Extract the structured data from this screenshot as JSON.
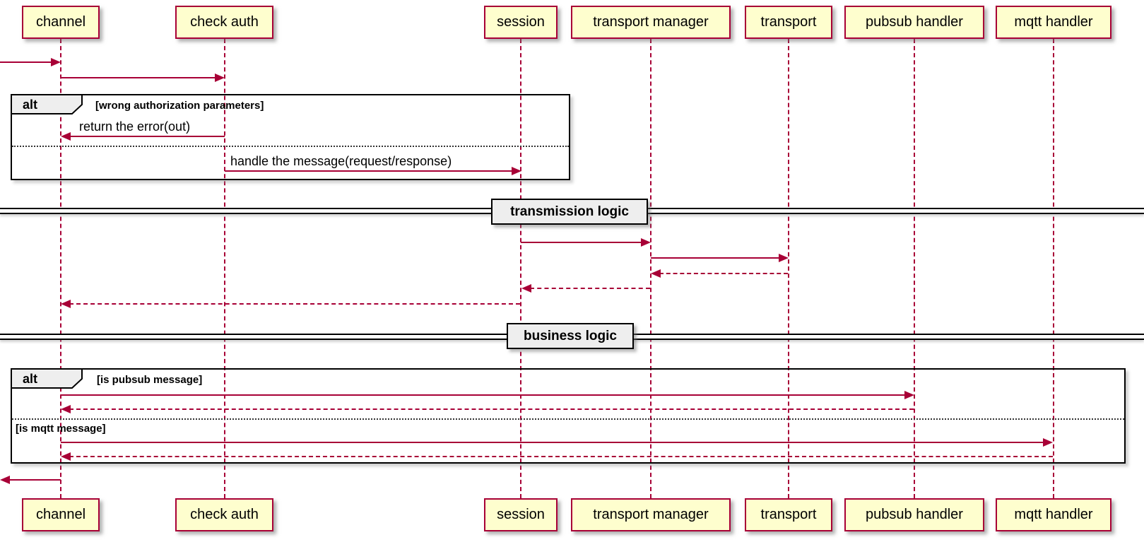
{
  "participants": [
    "channel",
    "check auth",
    "session",
    "transport manager",
    "transport",
    "pubsub handler",
    "mqtt handler"
  ],
  "alt_frames": [
    {
      "keyword": "alt",
      "conditions": [
        "[wrong authorization parameters]"
      ]
    },
    {
      "keyword": "alt",
      "conditions": [
        "[is pubsub message]",
        "[is mqtt message]"
      ]
    }
  ],
  "dividers": [
    {
      "label": "transmission logic"
    },
    {
      "label": "business logic"
    }
  ],
  "messages": [
    {
      "label": "return the error(out)"
    },
    {
      "label": "handle the message(request/response)"
    }
  ],
  "colors": {
    "participant_fill": "#FEFECE",
    "line_accent": "#A80036",
    "frame_border": "#000000",
    "tab_fill": "#EEEEEE",
    "divider_label_fill": "#EEEEEE",
    "background": "#FFFFFF",
    "text": "#000000"
  }
}
